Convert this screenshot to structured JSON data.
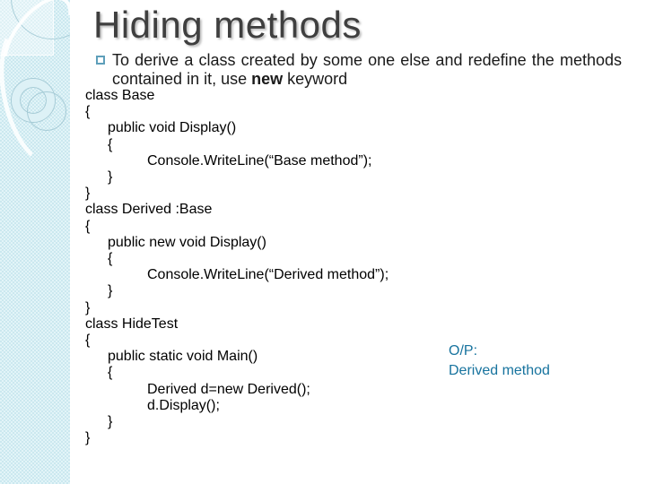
{
  "slide": {
    "title": "Hiding methods"
  },
  "bullet": {
    "text_before": "To derive a class created by some one else and redefine the methods contained in it, use ",
    "text_bold": "new",
    "text_after": " keyword"
  },
  "code": {
    "lines": [
      {
        "indent": 0,
        "text": "class Base"
      },
      {
        "indent": 0,
        "text": "{"
      },
      {
        "indent": 1,
        "text": "public void Display()"
      },
      {
        "indent": 1,
        "text": "{"
      },
      {
        "indent": 2,
        "text": "Console.WriteLine(“Base method”);"
      },
      {
        "indent": 1,
        "text": "}"
      },
      {
        "indent": 0,
        "text": "}"
      },
      {
        "indent": 0,
        "text": "class Derived :Base"
      },
      {
        "indent": 0,
        "text": "{"
      },
      {
        "indent": 1,
        "text": "public new void Display()"
      },
      {
        "indent": 1,
        "text": "{"
      },
      {
        "indent": 2,
        "text": "Console.WriteLine(“Derived method”);"
      },
      {
        "indent": 1,
        "text": "}"
      },
      {
        "indent": 0,
        "text": "}"
      },
      {
        "indent": 0,
        "text": "class HideTest"
      },
      {
        "indent": 0,
        "text": "{"
      },
      {
        "indent": 1,
        "text": "public static void Main()"
      },
      {
        "indent": 1,
        "text": "{"
      },
      {
        "indent": 2,
        "text": "Derived d=new Derived();"
      },
      {
        "indent": 2,
        "text": "d.Display();"
      },
      {
        "indent": 1,
        "text": "}"
      },
      {
        "indent": 0,
        "text": "}"
      }
    ]
  },
  "output": {
    "label": "O/P:",
    "value": "Derived method"
  },
  "colors": {
    "title": "#3f3f3f",
    "body_text": "#1a1a1a",
    "code_text": "#000000",
    "output_text": "#17739e",
    "bullet_square": "#5e9fba",
    "sidebar_base": "#cbe8ef",
    "sidebar_check": "#e2f4f8"
  }
}
